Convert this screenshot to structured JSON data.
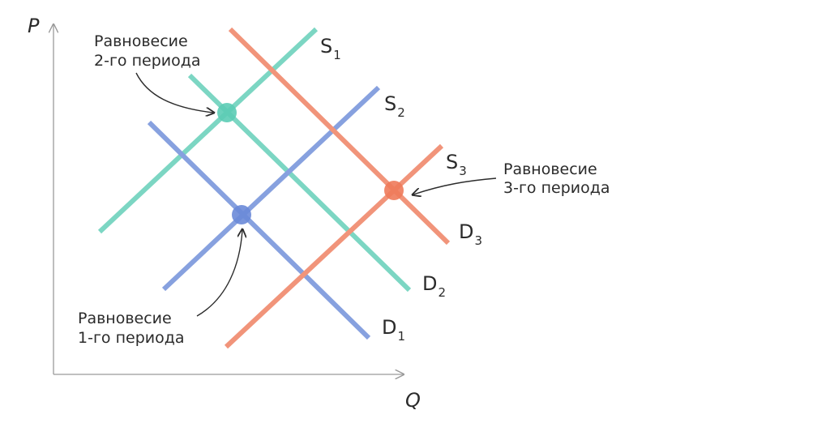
{
  "axes": {
    "y_label": "P",
    "x_label": "Q"
  },
  "colors": {
    "period1": "#6a8ad8",
    "period2": "#5ccdb5",
    "period3": "#ee7a5a",
    "axis": "#9a9a9a",
    "text": "#2b2b2b"
  },
  "curves": {
    "S1": {
      "letter": "S",
      "index": "1"
    },
    "S2": {
      "letter": "S",
      "index": "2"
    },
    "S3": {
      "letter": "S",
      "index": "3"
    },
    "D1": {
      "letter": "D",
      "index": "1"
    },
    "D2": {
      "letter": "D",
      "index": "2"
    },
    "D3": {
      "letter": "D",
      "index": "3"
    }
  },
  "equilibria": {
    "e1": {
      "line1": "Равновесие",
      "line2": "1-го периода"
    },
    "e2": {
      "line1": "Равновесие",
      "line2": "2-го периода"
    },
    "e3": {
      "line1": "Равновесие",
      "line2": "3-го периода"
    }
  }
}
